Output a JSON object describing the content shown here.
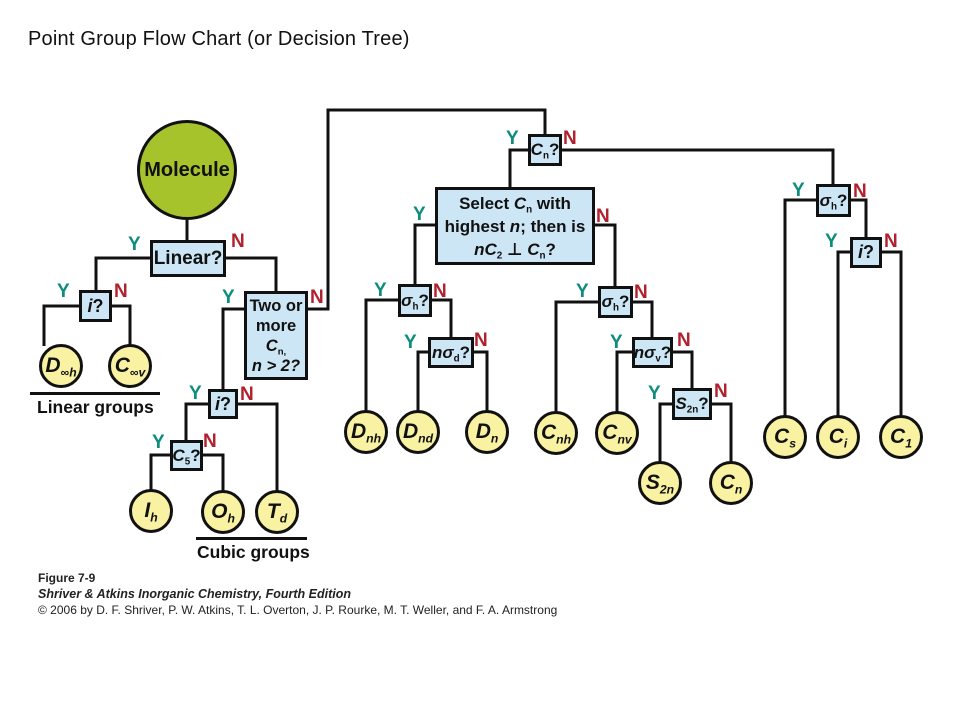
{
  "title": "Point Group Flow Chart (or Decision Tree)",
  "yn": {
    "yes": "Y",
    "no": "N"
  },
  "colors": {
    "start_fill": "#a7c32b",
    "decision_fill": "#cde6f5",
    "result_fill": "#f8f2a2",
    "yes_label": "#0d8d7d",
    "no_label": "#b3202d",
    "line": "#111111"
  },
  "start": {
    "label": "Molecule"
  },
  "decisions": {
    "linear": {
      "label": "Linear?"
    },
    "i1": {
      "main": "i",
      "post": "?"
    },
    "two_or_more": {
      "l1": "Two or",
      "l2": "more",
      "l3_main": "C",
      "l3_sub": "n,",
      "l4": "n > 2?"
    },
    "i2": {
      "main": "i",
      "post": "?"
    },
    "c5": {
      "main": "C",
      "sub": "5",
      "post": "?"
    },
    "cn": {
      "main": "C",
      "sub": "n",
      "post": "?"
    },
    "select": {
      "l1a": "Select ",
      "l1b": "C",
      "l1b_sub": "n",
      "l1c": " with",
      "l2a": "highest ",
      "l2b": "n",
      "l2c": "; then is",
      "l3a": "n",
      "l3b": "C",
      "l3b_sub": "2",
      "l3c": " ⊥ ",
      "l3d": "C",
      "l3d_sub": "n",
      "l3e": "?"
    },
    "sigma_h_left": {
      "main": "σ",
      "sub": "h",
      "post": "?"
    },
    "nsigma_d": {
      "main": "nσ",
      "sub": "d",
      "post": "?"
    },
    "sigma_h_mid": {
      "main": "σ",
      "sub": "h",
      "post": "?"
    },
    "nsigma_v": {
      "main": "nσ",
      "sub": "v",
      "post": "?"
    },
    "s2n": {
      "main": "S",
      "sub": "2n",
      "post": "?"
    },
    "sigma_h_right": {
      "main": "σ",
      "sub": "h",
      "post": "?"
    },
    "i3": {
      "main": "i",
      "post": "?"
    }
  },
  "leaves": {
    "d_inf_h": {
      "main": "D",
      "sub": "∞h"
    },
    "c_inf_v": {
      "main": "C",
      "sub": "∞v"
    },
    "i_h": {
      "main": "I",
      "sub": "h"
    },
    "o_h": {
      "main": "O",
      "sub": "h"
    },
    "t_d": {
      "main": "T",
      "sub": "d"
    },
    "d_nh": {
      "main": "D",
      "sub": "nh"
    },
    "d_nd": {
      "main": "D",
      "sub": "nd"
    },
    "d_n": {
      "main": "D",
      "sub": "n"
    },
    "c_nh": {
      "main": "C",
      "sub": "nh"
    },
    "c_nv": {
      "main": "C",
      "sub": "nv"
    },
    "s_2n": {
      "main": "S",
      "sub": "2n"
    },
    "c_n": {
      "main": "C",
      "sub": "n"
    },
    "c_s": {
      "main": "C",
      "sub": "s"
    },
    "c_i": {
      "main": "C",
      "sub": "i"
    },
    "c_1": {
      "main": "C",
      "sub": "1"
    }
  },
  "groups": {
    "linear": "Linear groups",
    "cubic": "Cubic groups"
  },
  "footer": {
    "figure": "Figure 7-9",
    "book": "Shriver & Atkins Inorganic Chemistry, Fourth Edition",
    "copyright": "© 2006 by D. F. Shriver, P. W. Atkins, T. L. Overton, J. P. Rourke, M. T. Weller, and F. A. Armstrong"
  }
}
